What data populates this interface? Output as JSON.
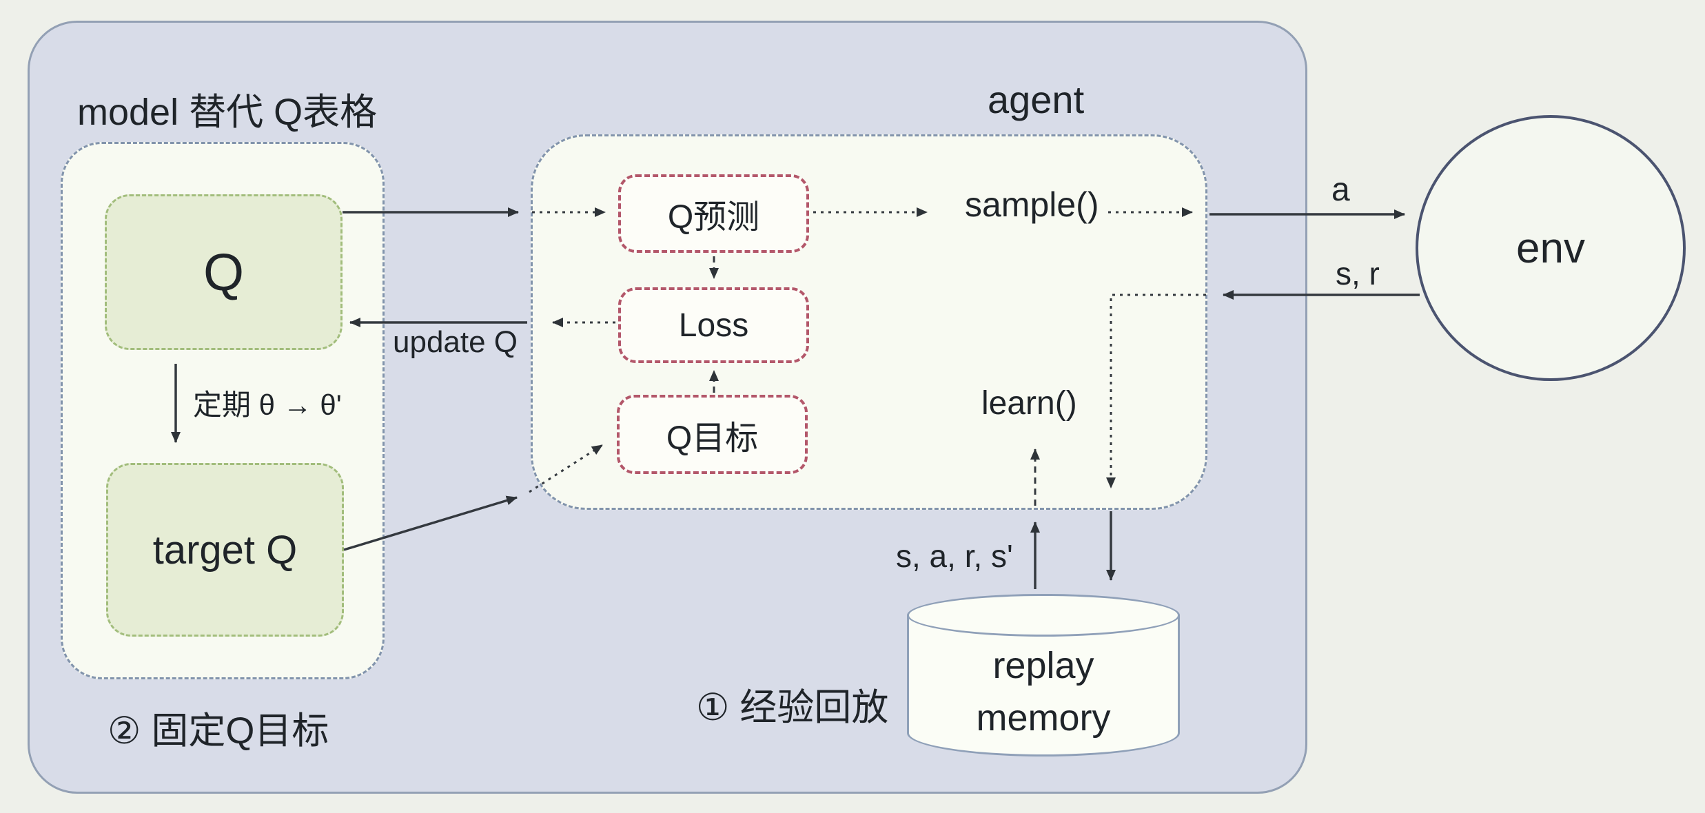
{
  "colors": {
    "page_bg": "#eef0ea",
    "container_bg": "#d8dce8",
    "container_border": "#93a0b4",
    "group_bg": "#f8faf2",
    "group_dashed_border": "#8294ac",
    "green_box_bg": "#e6edd5",
    "green_box_border": "#a2bd7c",
    "red_box_border": "#b3576a",
    "red_box_bg": "#fdfdf8",
    "cylinder_bg": "#fbfdf6",
    "cylinder_border": "#8fa0b8",
    "env_border": "#4b5470",
    "arrow": "#34393f",
    "text": "#1f2429"
  },
  "labels": {
    "model_group_title": "model 替代  Q表格",
    "fixed_q_caption": "② 固定Q目标",
    "q_network": "Q",
    "target_q_network": "target Q",
    "periodic_sync": "定期 θ → θ'",
    "update_q": "update Q",
    "agent_title": "agent",
    "q_prediction": "Q预测",
    "loss": "Loss",
    "q_target": "Q目标",
    "sample_fn": "sample()",
    "learn_fn": "learn()",
    "action": "a",
    "state_reward": "s, r",
    "transition": "s, a, r, s'",
    "replay_line1": "replay",
    "replay_line2": "memory",
    "experience_replay_caption": "① 经验回放",
    "env": "env"
  }
}
